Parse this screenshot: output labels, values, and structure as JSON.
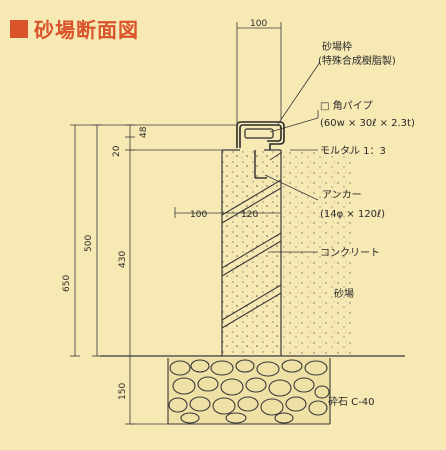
{
  "title": "砂場断面図",
  "colors": {
    "background": "#f6e9b4",
    "title": "#d9532b",
    "line": "#3a3a3a"
  },
  "labels": {
    "frame": "砂場枠",
    "frame_note": "(特殊合成樹脂製)",
    "pipe": "□ 角パイプ",
    "pipe_spec": "(60w × 30ℓ × 2.3t)",
    "mortar": "モルタル 1：3",
    "anchor": "アンカー",
    "anchor_spec": "(14φ × 120ℓ)",
    "concrete": "コンクリート",
    "sand": "砂場",
    "gravel": "砕石 C-40"
  },
  "dims": {
    "top_width": "100",
    "d48": "48",
    "d20": "20",
    "d500": "500",
    "d650": "650",
    "d430": "430",
    "d150": "150",
    "h100": "100",
    "h120": "120"
  }
}
